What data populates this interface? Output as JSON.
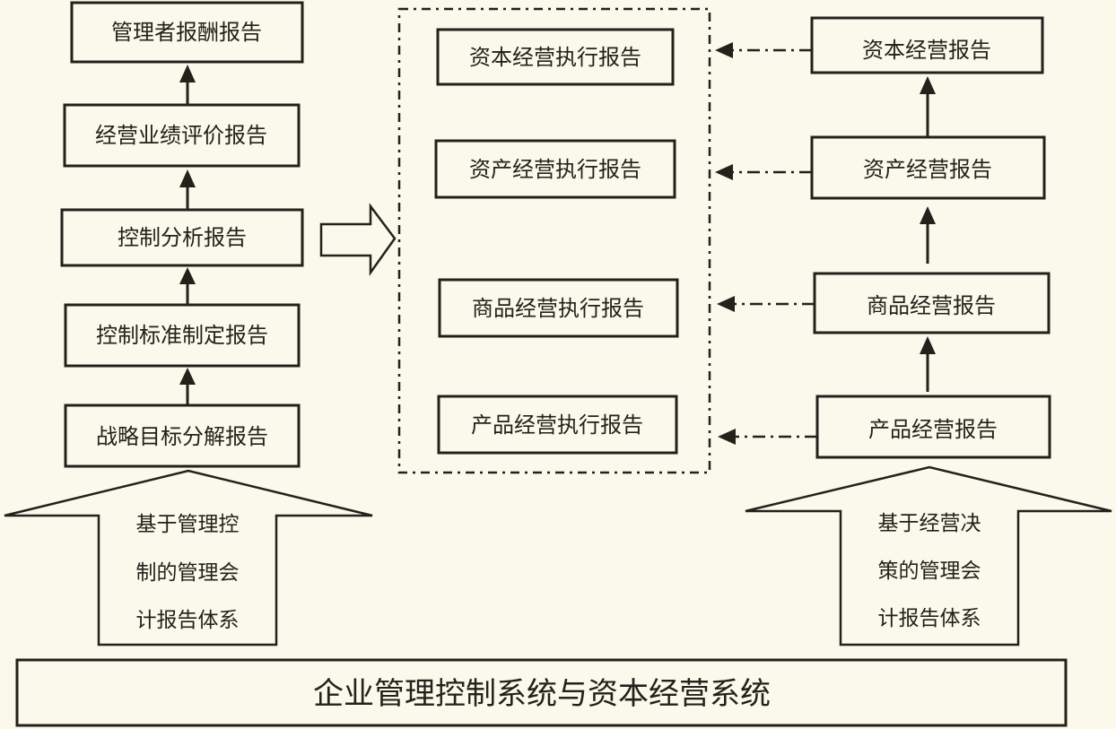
{
  "left_chain": [
    "管理者报酬报告",
    "经营业绩评价报告",
    "控制分析报告",
    "控制标准制定报告",
    "战略目标分解报告"
  ],
  "execution_reports": [
    "资本经营执行报告",
    "资产经营执行报告",
    "商品经营执行报告",
    "产品经营执行报告"
  ],
  "right_chain": [
    "资本经营报告",
    "资产经营报告",
    "商品经营报告",
    "产品经营报告"
  ],
  "left_base_arrow": {
    "lines": [
      "基于管理控",
      "制的管理会",
      "计报告体系"
    ]
  },
  "right_base_arrow": {
    "lines": [
      "基于经营决",
      "策的管理会",
      "计报告体系"
    ]
  },
  "foundation": "企业管理控制系统与资本经营系统"
}
